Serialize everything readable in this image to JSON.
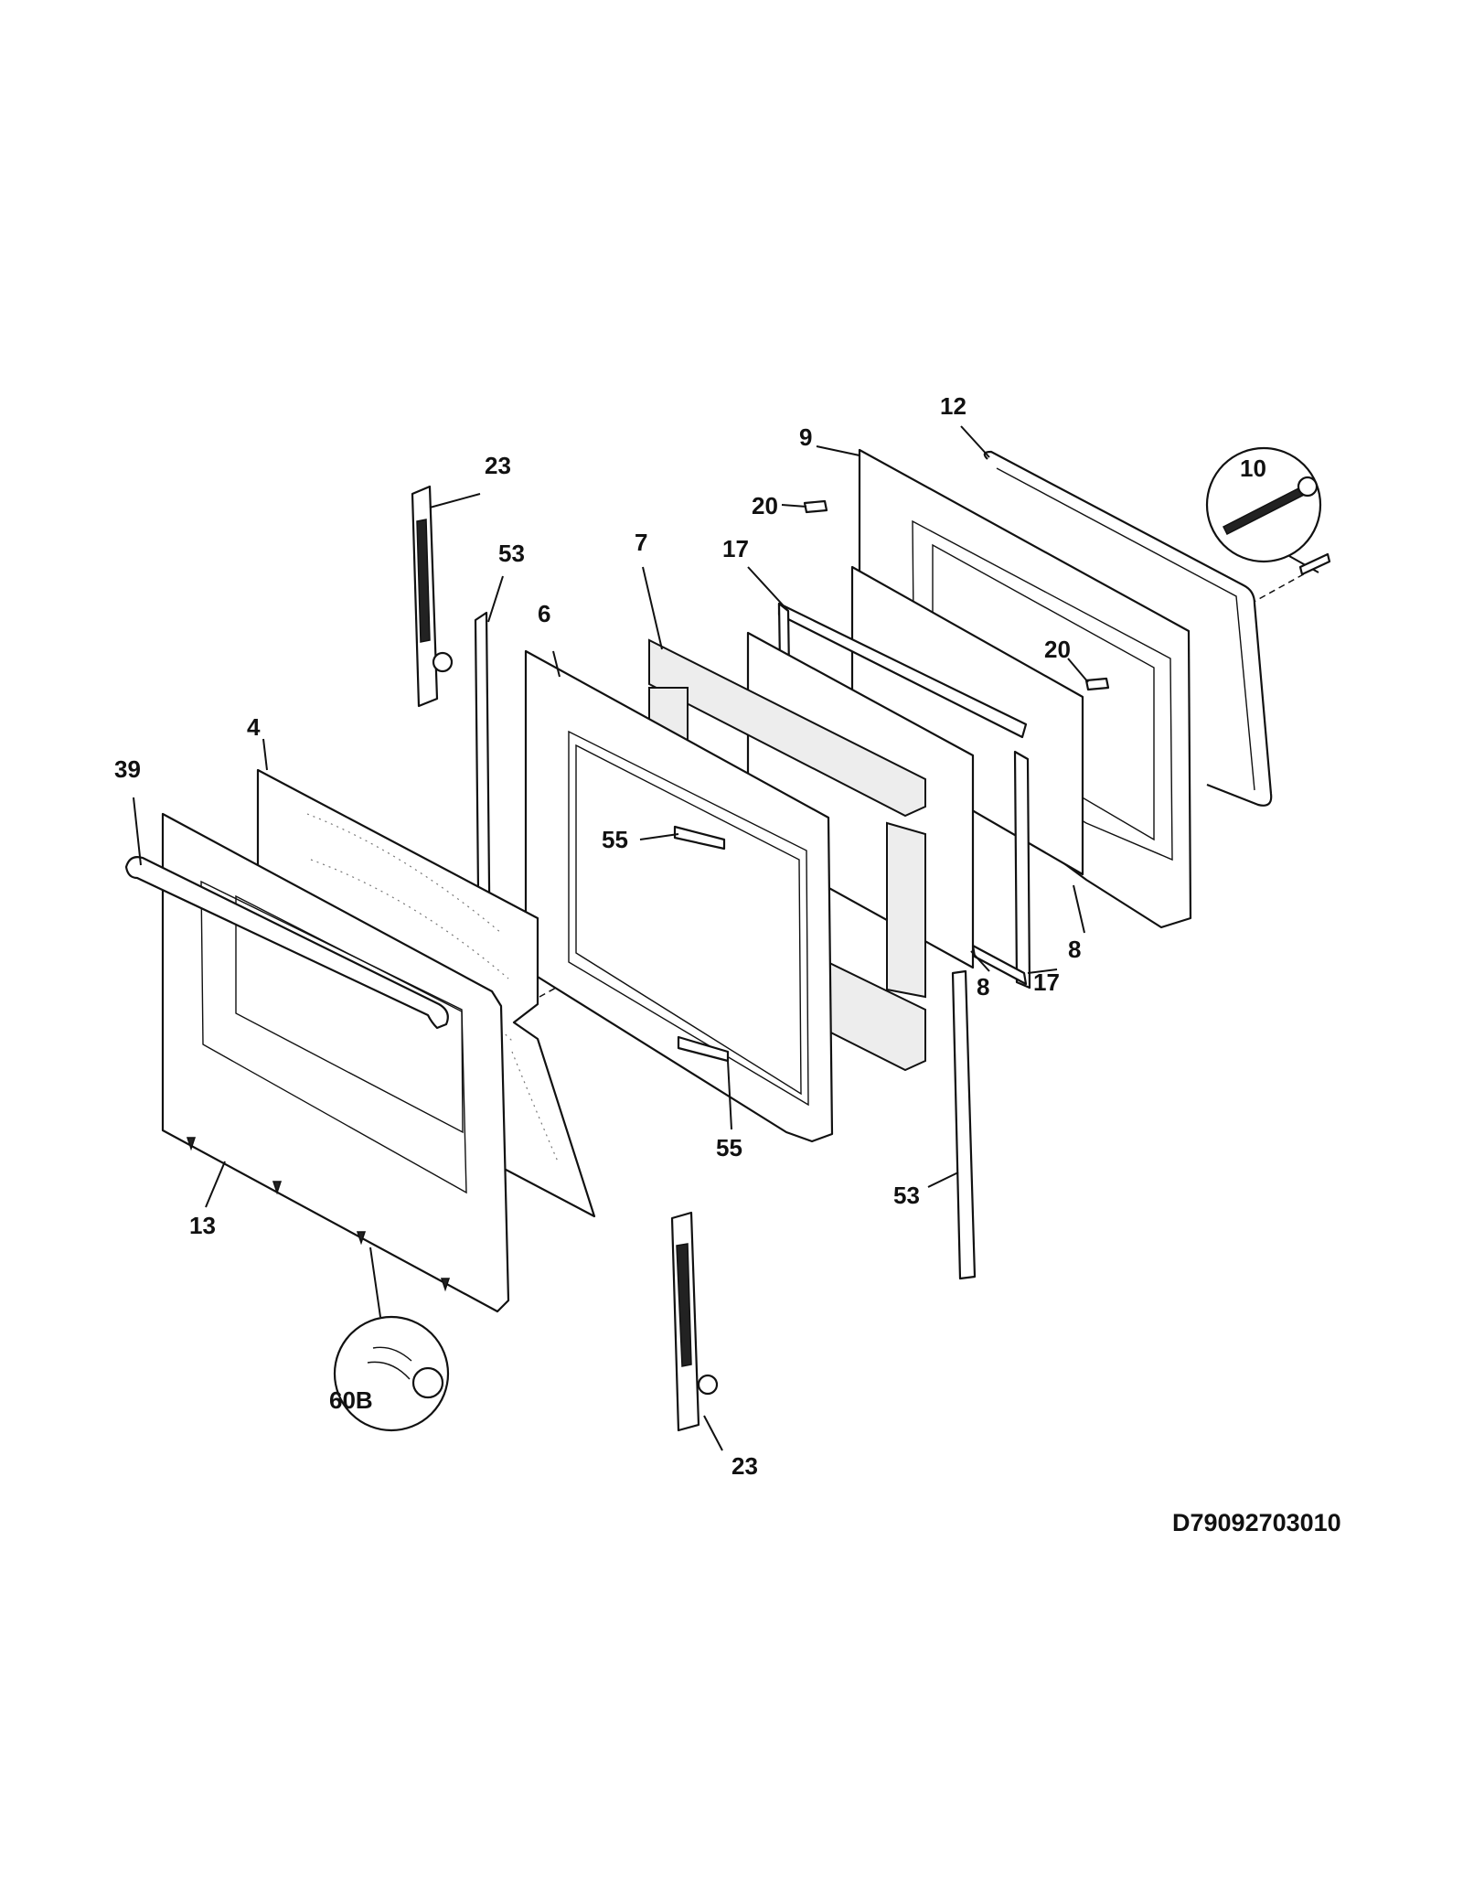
{
  "diagram_code": "D79092703010",
  "callouts": {
    "c23_top": "23",
    "c53_top": "53",
    "c6": "6",
    "c7": "7",
    "c17_top": "17",
    "c9": "9",
    "c12": "12",
    "c10": "10",
    "c20_top": "20",
    "c20_right": "20",
    "c4": "4",
    "c39": "39",
    "c55_top": "55",
    "c55_bottom": "55",
    "c8_right": "8",
    "c8_mid": "8",
    "c17_bottom": "17",
    "c53_bottom": "53",
    "c13": "13",
    "c60b": "60B",
    "c23_bottom": "23"
  }
}
